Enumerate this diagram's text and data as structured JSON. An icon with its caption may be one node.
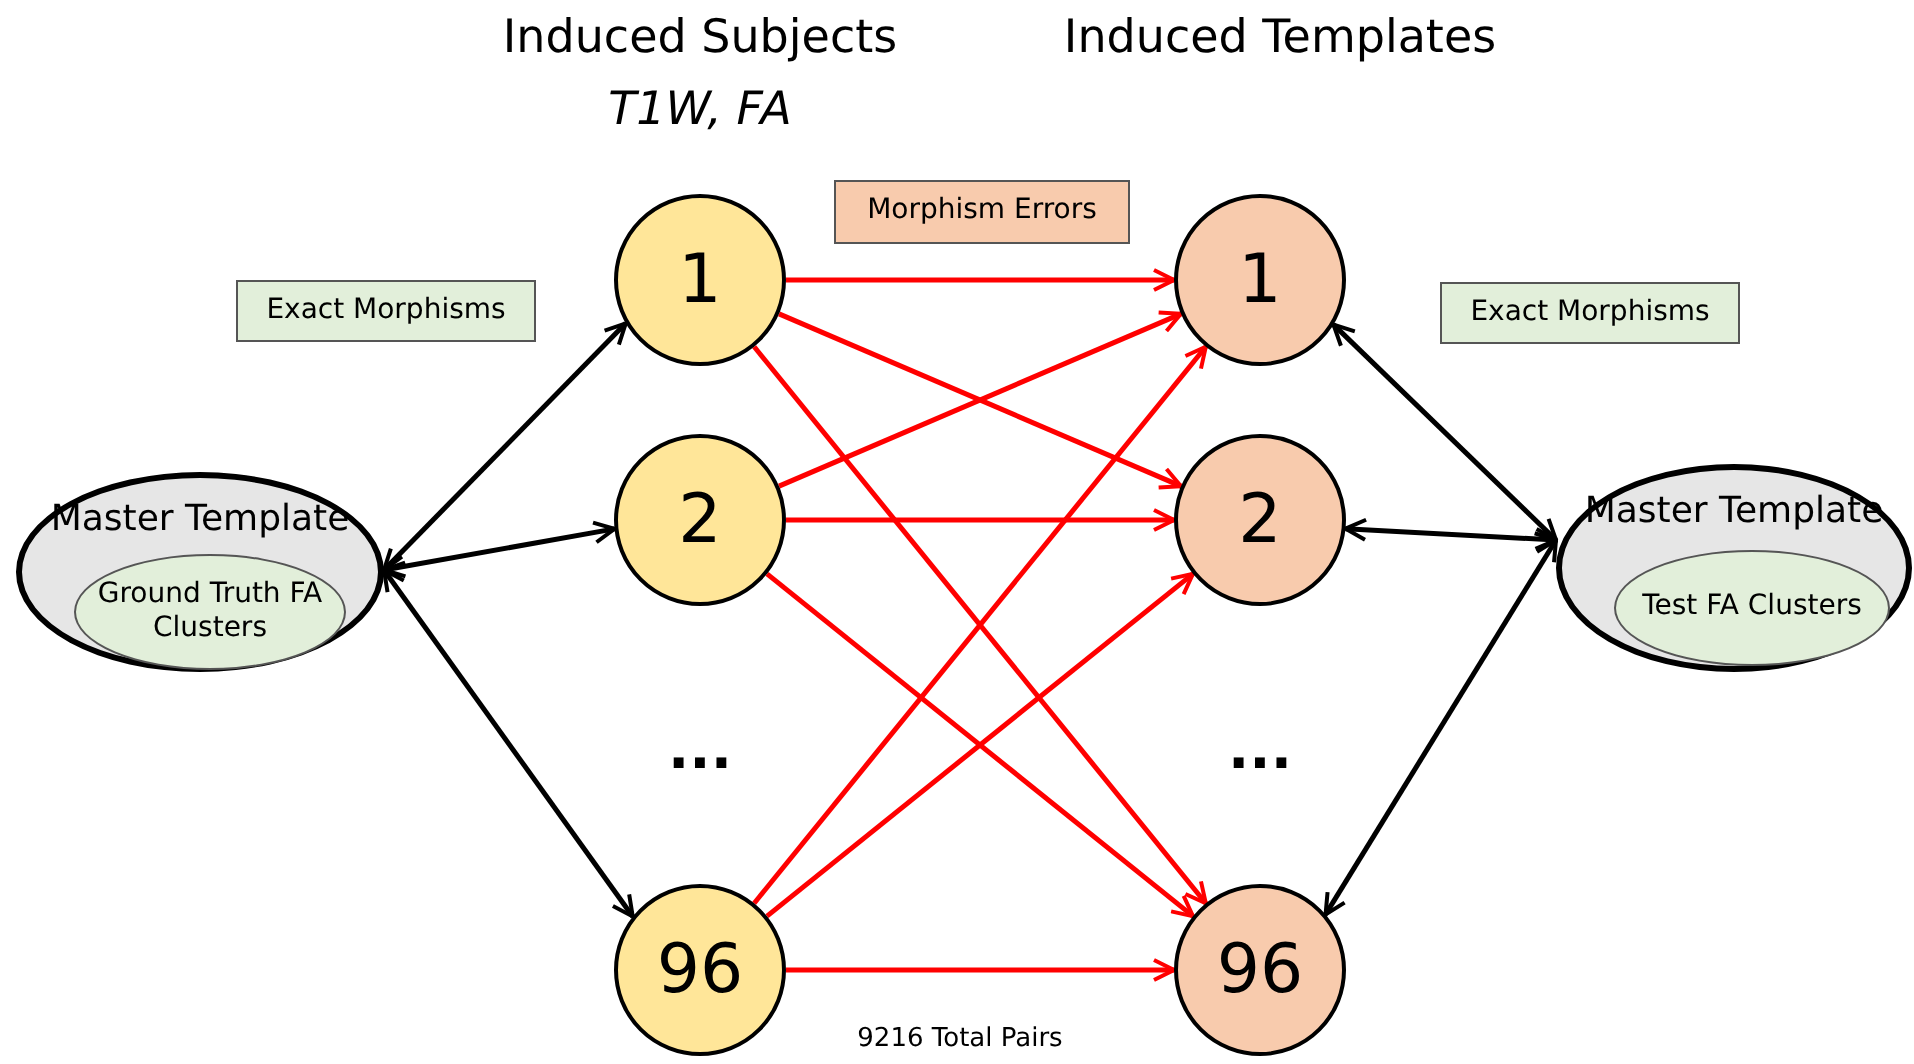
{
  "diagram": {
    "nodes": [
      {
        "text": [
          "Master Template"
        ]
      },
      {
        "text": [
          "Ground Truth FA Clusters"
        ],
        "in": 0
      },
      {
        "text": [
          "Exact Morphisms"
        ]
      },
      {
        "text": [
          "1"
        ]
      },
      {
        "text": [
          "2"
        ]
      },
      {
        "text": [
          "96"
        ]
      },
      {
        "text": [
          "Morphism Errors"
        ]
      },
      {
        "text": [
          "1"
        ]
      },
      {
        "text": [
          "2"
        ]
      },
      {
        "text": [
          "96"
        ]
      },
      {
        "text": [
          "Exact Morphisms"
        ]
      },
      {
        "text": [
          "Master Template"
        ]
      },
      {
        "text": [
          "Test FA Clusters"
        ],
        "in": 11
      }
    ],
    "edges": [
      {
        "from": 0,
        "to": 3,
        "arrow": "both",
        "color": "#000000"
      },
      {
        "from": 0,
        "to": 4,
        "arrow": "both",
        "color": "#000000"
      },
      {
        "from": 0,
        "to": 5,
        "arrow": "both",
        "color": "#000000"
      },
      {
        "from": 3,
        "to": 7,
        "arrow": "to",
        "color": "#ff0000"
      },
      {
        "from": 3,
        "to": 8,
        "arrow": "to",
        "color": "#ff0000"
      },
      {
        "from": 3,
        "to": 9,
        "arrow": "to",
        "color": "#ff0000"
      },
      {
        "from": 4,
        "to": 7,
        "arrow": "to",
        "color": "#ff0000"
      },
      {
        "from": 4,
        "to": 8,
        "arrow": "to",
        "color": "#ff0000"
      },
      {
        "from": 4,
        "to": 9,
        "arrow": "to",
        "color": "#ff0000"
      },
      {
        "from": 5,
        "to": 7,
        "arrow": "to",
        "color": "#ff0000"
      },
      {
        "from": 5,
        "to": 8,
        "arrow": "to",
        "color": "#ff0000"
      },
      {
        "from": 5,
        "to": 9,
        "arrow": "to",
        "color": "#ff0000"
      },
      {
        "from": 11,
        "to": 7,
        "arrow": "both",
        "color": "#000000"
      },
      {
        "from": 11,
        "to": 8,
        "arrow": "both",
        "color": "#000000"
      },
      {
        "from": 11,
        "to": 9,
        "arrow": "both",
        "color": "#000000"
      }
    ],
    "labels": [
      "Induced Subjects",
      "T1W, FA",
      "Induced Templates",
      "...",
      "...",
      "9216 Total Pairs"
    ]
  }
}
